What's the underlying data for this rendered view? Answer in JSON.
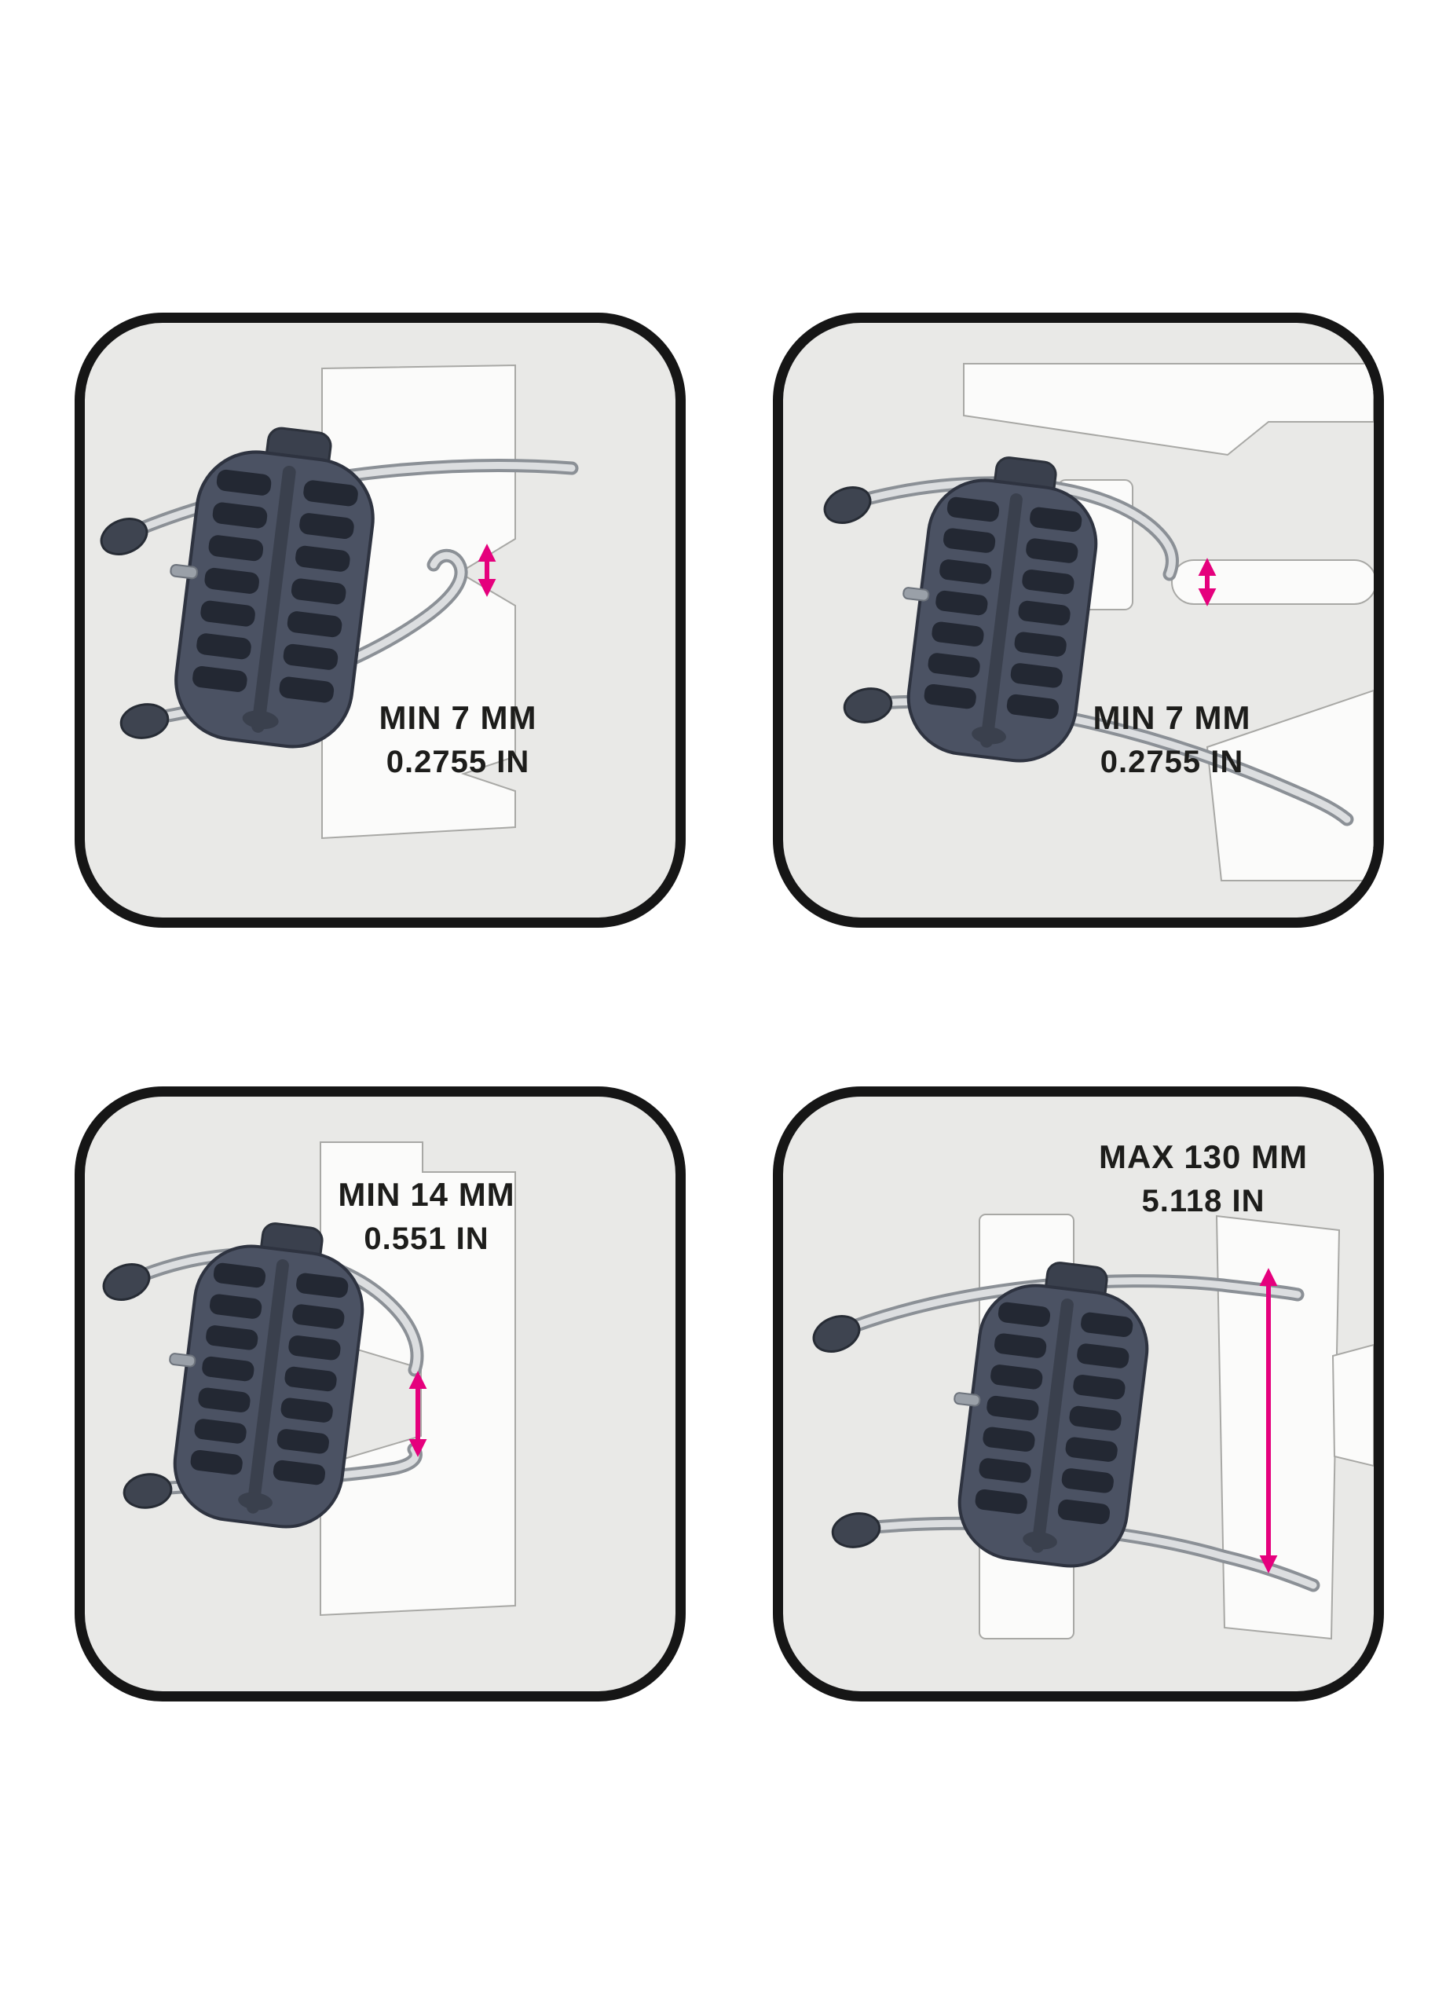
{
  "colors": {
    "page_background": "#ffffff",
    "panel_background": "#e9e9e7",
    "panel_border": "#161616",
    "measurement_arrow": "#e5007d",
    "clip_body": "#4b5263",
    "text": "#1d1d1b"
  },
  "panels": [
    {
      "id": "min-gap-side-view",
      "measurement": {
        "prefix": "MIN",
        "value": "7 MM",
        "secondary": "0.2755 IN"
      }
    },
    {
      "id": "min-gap-front-view",
      "measurement": {
        "prefix": "MIN",
        "value": "7 MM",
        "secondary": "0.2755 IN"
      }
    },
    {
      "id": "min-slot-height",
      "measurement": {
        "prefix": "MIN",
        "value": "14 MM",
        "secondary": "0.551 IN"
      }
    },
    {
      "id": "max-slat-length",
      "measurement": {
        "prefix": "MAX",
        "value": "130 MM",
        "secondary": "5.118 IN"
      }
    }
  ],
  "icons": {
    "measurement_arrow": "double-headed-arrow",
    "illustration": "air-vent-mount-clip-on-vent-slat"
  }
}
